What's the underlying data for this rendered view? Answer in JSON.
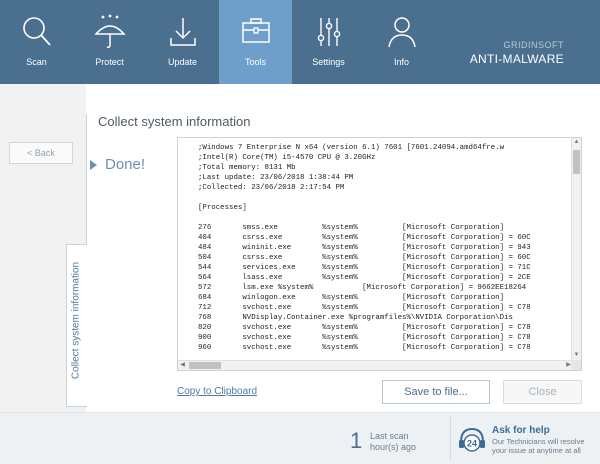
{
  "nav": {
    "items": [
      {
        "label": "Scan",
        "icon": "search-icon"
      },
      {
        "label": "Protect",
        "icon": "umbrella-icon"
      },
      {
        "label": "Update",
        "icon": "download-icon"
      },
      {
        "label": "Tools",
        "icon": "toolbox-icon",
        "active": true
      },
      {
        "label": "Settings",
        "icon": "sliders-icon"
      },
      {
        "label": "Info",
        "icon": "user-icon"
      }
    ]
  },
  "brand": {
    "line1": "GRIDINSOFT",
    "line2": "ANTI-MALWARE"
  },
  "sidebar": {
    "back_label": "< Back",
    "vertical_tab": "Collect system information"
  },
  "main": {
    "title": "Collect system information",
    "status": "Done!",
    "log_lines": [
      ";Windows 7 Enterprise N x64 (version 6.1) 7601 [7601.24094.amd64fre.w",
      ";Intel(R) Core(TM) i5-4570 CPU @ 3.20GHz",
      ";Total memory: 8131 Mb",
      ";Last update: 23/06/2018 1:38:44 PM",
      ";Collected: 23/06/2018 2:17:54 PM",
      "",
      "[Processes]",
      "",
      "276       smss.exe          %system%          [Microsoft Corporation]",
      "404       csrss.exe         %system%          [Microsoft Corporation] = 60C",
      "484       wininit.exe       %system%          [Microsoft Corporation] = 943",
      "504       csrss.exe         %system%          [Microsoft Corporation] = 60C",
      "544       services.exe      %system%          [Microsoft Corporation] = 71C",
      "564       lsass.exe         %system%          [Microsoft Corporation] = 2CE",
      "572       lsm.exe %system%           [Microsoft Corporation] = 9662EE18264",
      "684       winlogon.exe      %system%          [Microsoft Corporation]",
      "712       svchost.exe       %system%          [Microsoft Corporation] = C78",
      "768       NVDisplay.Container.exe %programfiles%\\NVIDIA Corporation\\Dis",
      "820       svchost.exe       %system%          [Microsoft Corporation] = C78",
      "900       svchost.exe       %system%          [Microsoft Corporation] = C78",
      "960       svchost.exe       %system%          [Microsoft Corporation] = C78"
    ],
    "copy_label": "Copy to Clipboard",
    "save_label": "Save to file...",
    "close_label": "Close"
  },
  "footer": {
    "last_scan_number": "1",
    "last_scan_line1": "Last scan",
    "last_scan_line2": "hour(s) ago",
    "help_badge": "24",
    "help_title": "Ask for help",
    "help_text": "Our Technicians will resolve your issue at anytime at all"
  },
  "colors": {
    "nav_bg": "#4a6f8f",
    "nav_active": "#6e9fcb",
    "accent": "#4d7aa5"
  }
}
